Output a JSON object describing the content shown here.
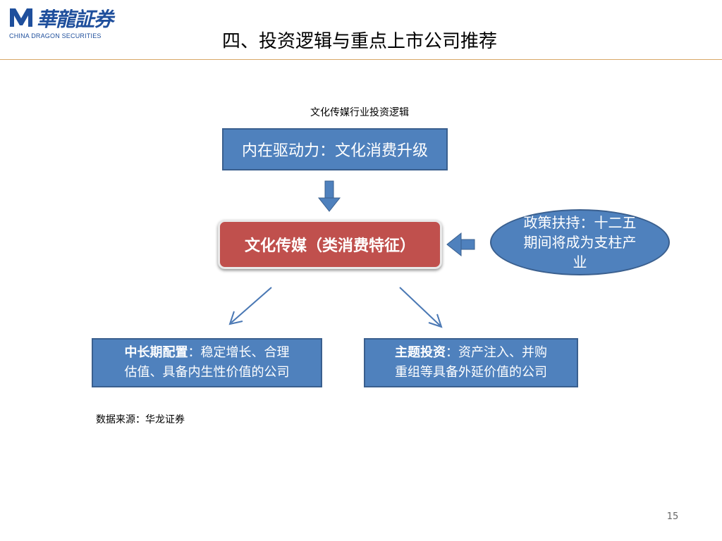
{
  "header": {
    "logo_cn": "華龍証券",
    "logo_en": "CHINA DRAGON SECURITIES",
    "title": "四、投资逻辑与重点上市公司推荐"
  },
  "diagram": {
    "title": "文化传媒行业投资逻辑",
    "driver_box": "内在驱动力：文化消费升级",
    "core_box": "文化传媒（类消费特征）",
    "policy_ellipse": "政策扶持：十二五期间将成为支柱产业",
    "left_box": {
      "heading": "中长期配置",
      "line1_rest": "：稳定增长、合理",
      "line2": "估值、具备内生性价值的公司"
    },
    "right_box": {
      "heading": "主题投资",
      "line1_rest": "：资产注入、并购",
      "line2": "重组等具备外延价值的公司"
    }
  },
  "footer": {
    "source": "数据来源：华龙证券",
    "page_number": "15"
  },
  "colors": {
    "box_blue": "#4f81bd",
    "box_red": "#c0504d",
    "logo_blue": "#1f4f9c",
    "rule": "#d8a868"
  }
}
